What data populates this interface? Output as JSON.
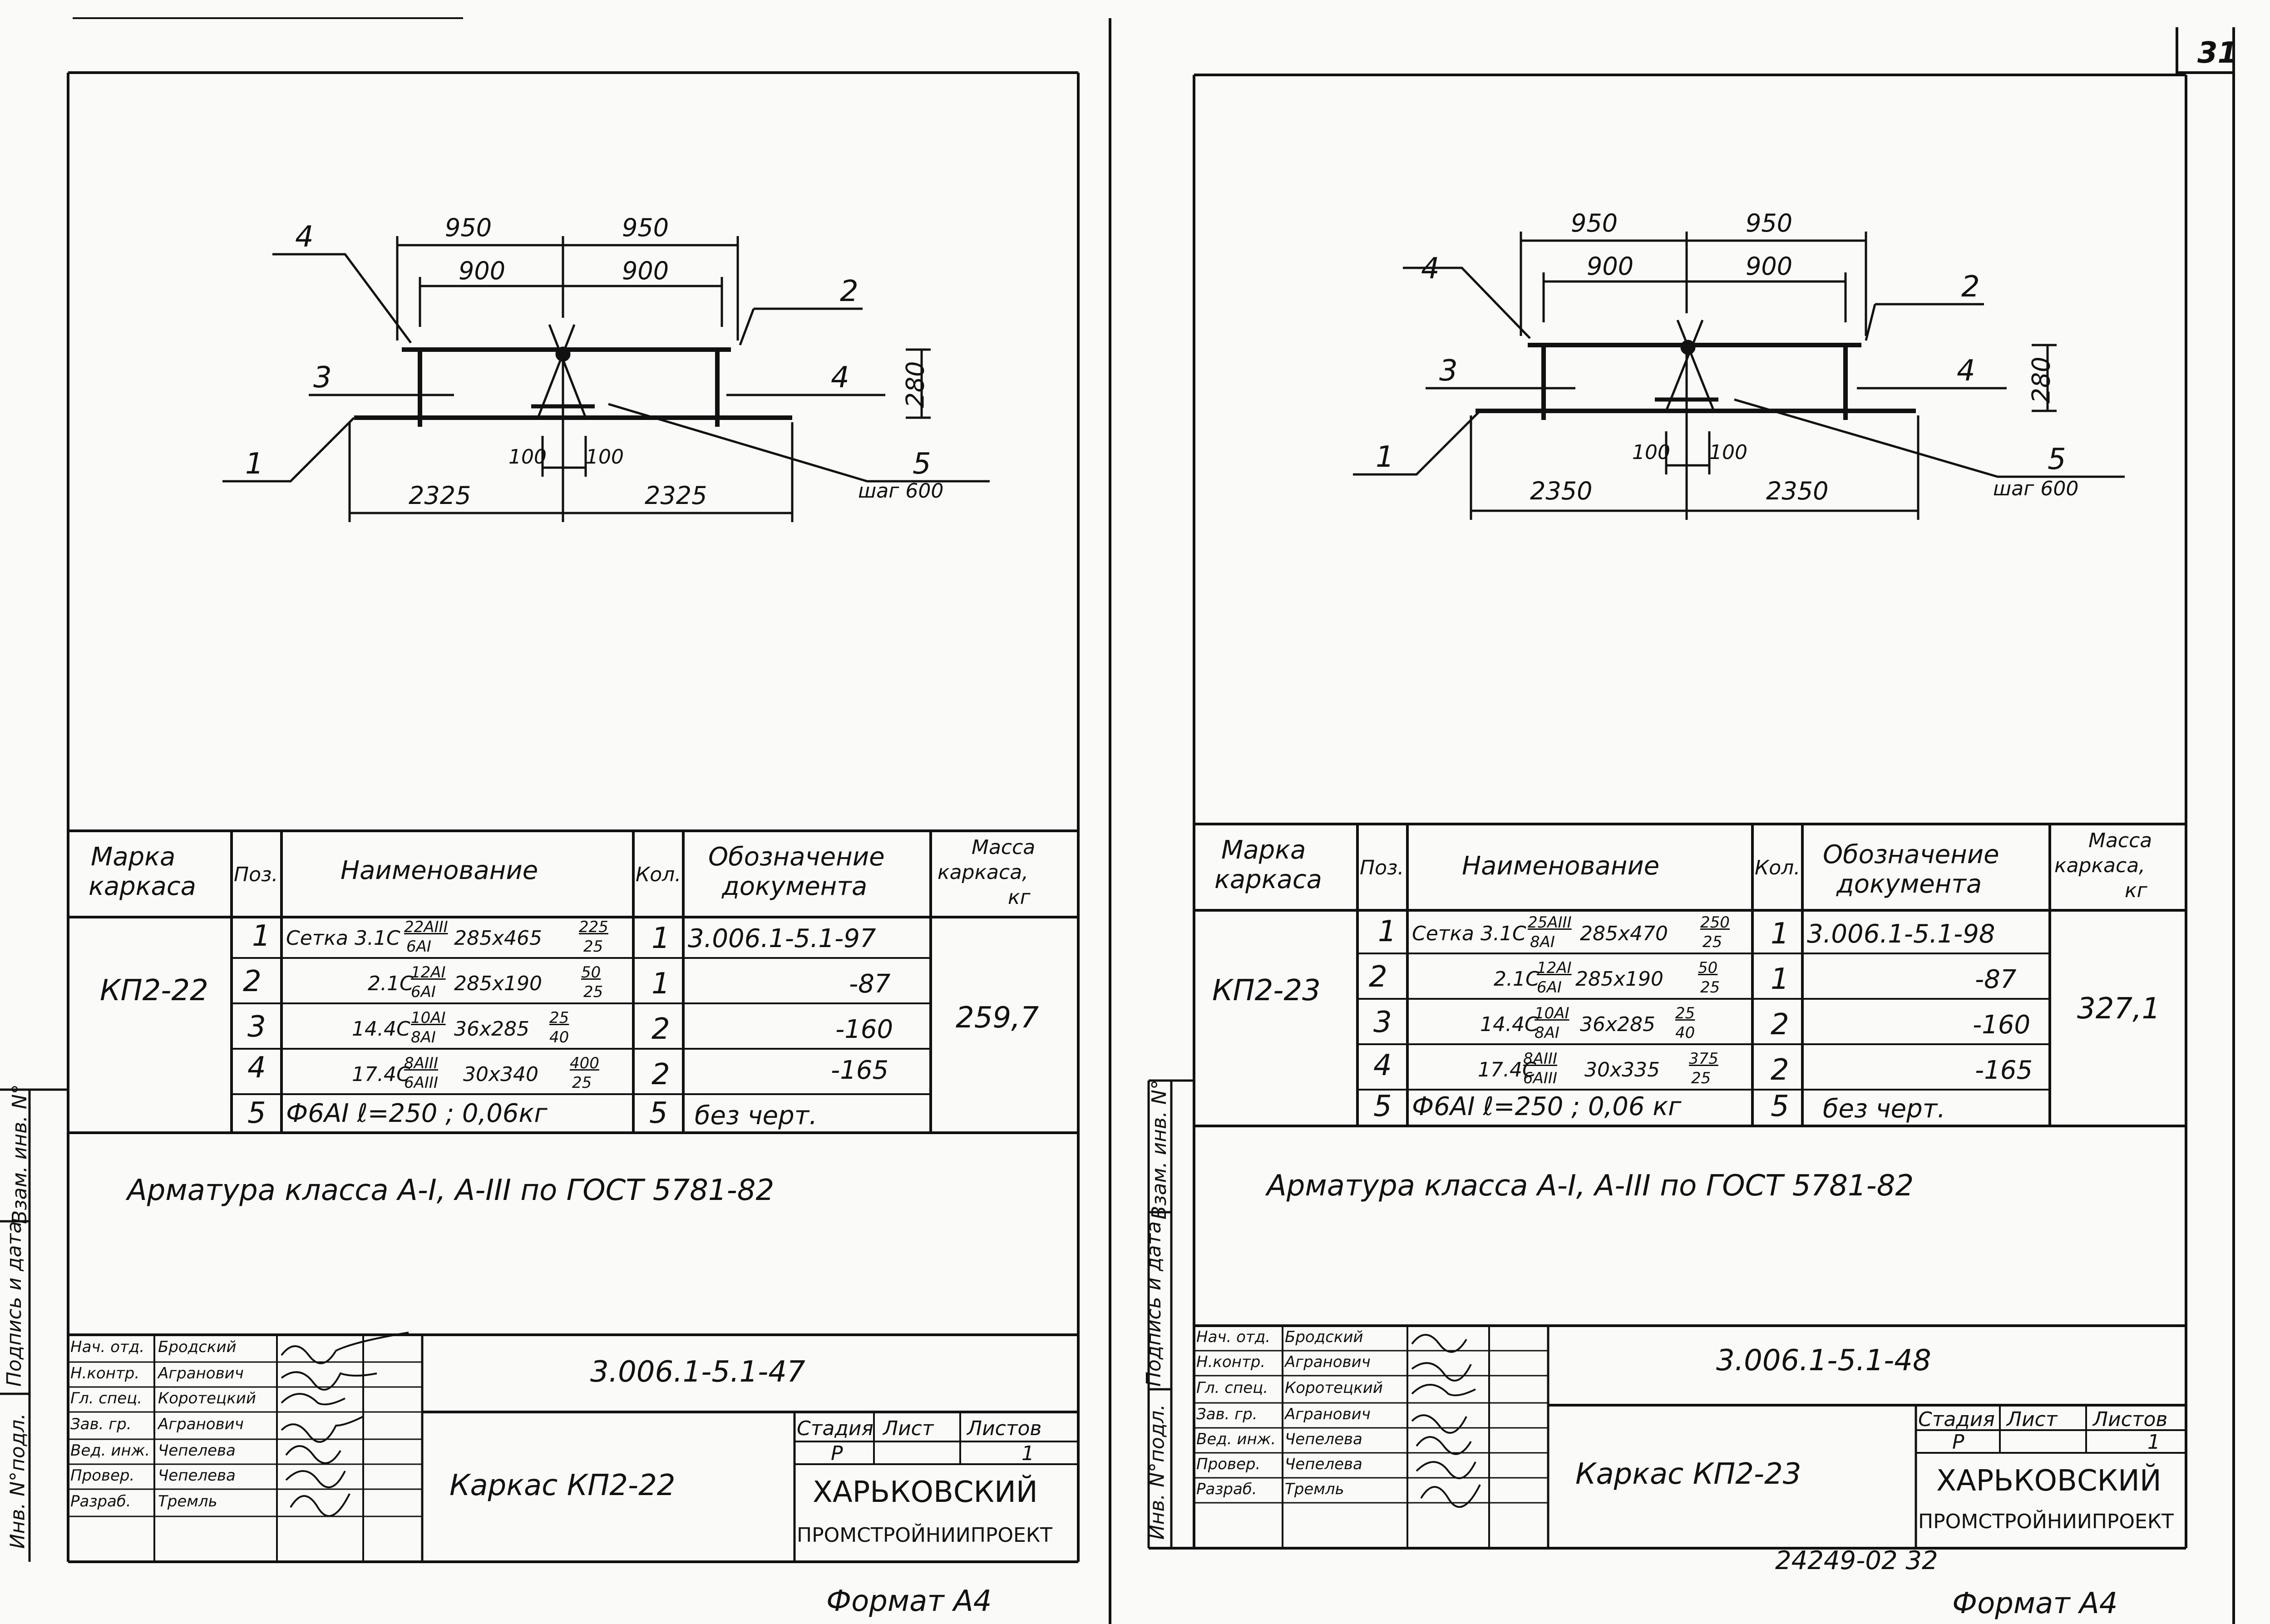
{
  "page_number": "31",
  "bottom_code": "24249-02 32",
  "format_label_left": "Формат А4",
  "format_label_right": "Формат А4",
  "side_labels": {
    "inv_podl": "Инв. N°подл.",
    "podpis_data": "Подпись и дата",
    "vzam_inv": "Взам. инв. N°"
  },
  "table_headers": {
    "marka": [
      "Марка",
      "каркаса"
    ],
    "poz": "Поз.",
    "naimenovanie": "Наименование",
    "kol": "Кол.",
    "oboznachenie": [
      "Обозначение",
      "документа"
    ],
    "massa": [
      "Масса",
      "каркаса,",
      "кг"
    ]
  },
  "title_block_roles": [
    "Нач. отд.",
    "Н.контр.",
    "Гл. спец.",
    "Зав. гр.",
    "Вед. инж.",
    "Провер.",
    "Разраб."
  ],
  "stage_headers": [
    "Стадия",
    "Лист",
    "Листов"
  ],
  "stage_values": [
    "Р",
    "",
    "1"
  ],
  "org_name": [
    "Харьковский",
    "промстройниипроект"
  ],
  "sheets": [
    {
      "id": "left",
      "dims": {
        "top_outer": [
          "950",
          "950"
        ],
        "top_inner": [
          "900",
          "900"
        ],
        "height": "280",
        "small": [
          "100",
          "100"
        ],
        "bottom": [
          "2325",
          "2325"
        ],
        "step": "шаг 600"
      },
      "callouts": {
        "c1": "1",
        "c2": "2",
        "c3": "3",
        "c4a": "4",
        "c4b": "4",
        "c5": "5"
      },
      "mark": "КП2-22",
      "mass": "259,7",
      "rows": [
        {
          "poz": "1",
          "name_prefix": "Сетка 3.1С",
          "frac_top": "22AIII",
          "frac_bot": "6AI",
          "size": "285х465",
          "size_top": "225",
          "size_bot": "25",
          "kol": "1",
          "doc": "3.006.1-5.1-97"
        },
        {
          "poz": "2",
          "name_prefix": "2.1С",
          "frac_top": "12AI",
          "frac_bot": "6AI",
          "size": "285х190",
          "size_top": "50",
          "size_bot": "25",
          "kol": "1",
          "doc": "-87"
        },
        {
          "poz": "3",
          "name_prefix": "14.4С",
          "frac_top": "10AI",
          "frac_bot": "8AI",
          "size": "36х285",
          "size_top": "25",
          "size_bot": "40",
          "kol": "2",
          "doc": "-160"
        },
        {
          "poz": "4",
          "name_prefix": "17.4С",
          "frac_top": "8AIII",
          "frac_bot": "6AIII",
          "size": "30х340",
          "size_top": "400",
          "size_bot": "25",
          "kol": "2",
          "doc": "-165"
        },
        {
          "poz": "5",
          "name_full": "Ф6AI  ℓ=250  ;  0,06кг",
          "kol": "5",
          "doc": "без черт."
        }
      ],
      "note": "Арматура   класса   A-I, A-III   по   ГОСТ 5781-82",
      "people": [
        "Бродский",
        "Агранович",
        "Коротецкий",
        "Агранович",
        "Чепелева",
        "Чепелева",
        "Тремль"
      ],
      "doc_code": "3.006.1-5.1-47",
      "title": "Каркас  КП2-22"
    },
    {
      "id": "right",
      "dims": {
        "top_outer": [
          "950",
          "950"
        ],
        "top_inner": [
          "900",
          "900"
        ],
        "height": "280",
        "small": [
          "100",
          "100"
        ],
        "bottom": [
          "2350",
          "2350"
        ],
        "step": "шаг 600"
      },
      "callouts": {
        "c1": "1",
        "c2": "2",
        "c3": "3",
        "c4a": "4",
        "c4b": "4",
        "c5": "5"
      },
      "mark": "КП2-23",
      "mass": "327,1",
      "rows": [
        {
          "poz": "1",
          "name_prefix": "Сетка 3.1С",
          "frac_top": "25AIII",
          "frac_bot": "8AI",
          "size": "285х470",
          "size_top": "250",
          "size_bot": "25",
          "kol": "1",
          "doc": "3.006.1-5.1-98"
        },
        {
          "poz": "2",
          "name_prefix": "2.1С",
          "frac_top": "12AI",
          "frac_bot": "6AI",
          "size": "285х190",
          "size_top": "50",
          "size_bot": "25",
          "kol": "1",
          "doc": "-87"
        },
        {
          "poz": "3",
          "name_prefix": "14.4С",
          "frac_top": "10AI",
          "frac_bot": "8AI",
          "size": "36х285",
          "size_top": "25",
          "size_bot": "40",
          "kol": "2",
          "doc": "-160"
        },
        {
          "poz": "4",
          "name_prefix": "17.4С",
          "frac_top": "8AIII",
          "frac_bot": "6AIII",
          "size": "30х335",
          "size_top": "375",
          "size_bot": "25",
          "kol": "2",
          "doc": "-165"
        },
        {
          "poz": "5",
          "name_full": "Ф6AI  ℓ=250 ;  0,06 кг",
          "kol": "5",
          "doc": "без черт."
        }
      ],
      "note": "Арматура  класса  A-I, A-III  по  ГОСТ  5781-82",
      "people": [
        "Бродский",
        "Агранович",
        "Коротецкий",
        "Агранович",
        "Чепелева",
        "Чепелева",
        "Тремль"
      ],
      "doc_code": "3.006.1-5.1-48",
      "title": "Каркас   КП2-23"
    }
  ]
}
